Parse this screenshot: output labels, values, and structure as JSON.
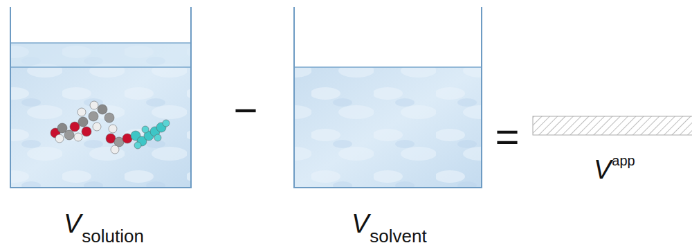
{
  "diagram": {
    "labels": [
      "V",
      "solution",
      "−",
      "V",
      "solvent",
      "=",
      "V",
      "app"
    ]
  }
}
